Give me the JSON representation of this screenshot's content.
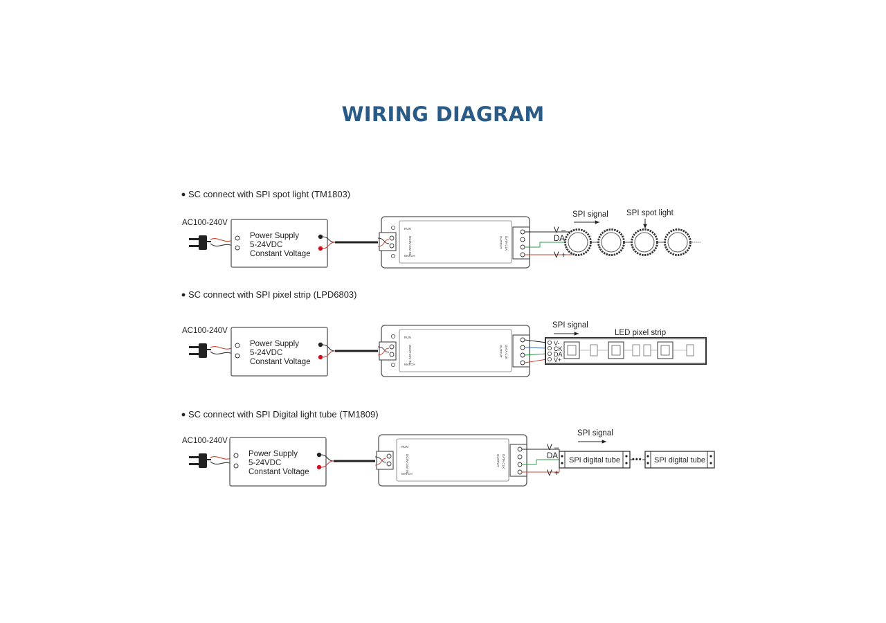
{
  "title": "WIRING DIAGRAM",
  "controller": {
    "run": "RUN",
    "match": "MATCH",
    "output": "OUTPUT",
    "outputPins": "DATA CLK",
    "inputPins": "DC5V-24V IN"
  },
  "sections": [
    {
      "heading": "SC connect with SPI spot light (TM1803)",
      "ac": "AC100-240V",
      "psu": [
        "Power Supply",
        "5-24VDC",
        "Constant Voltage"
      ],
      "signal": "SPI signal",
      "device": "SPI spot light",
      "pins": [
        "V –",
        "DA",
        "V +"
      ]
    },
    {
      "heading": "SC connect with SPI pixel strip (LPD6803)",
      "ac": "AC100-240V",
      "psu": [
        "Power Supply",
        "5-24VDC",
        "Constant Voltage"
      ],
      "signal": "SPI signal",
      "device": "LED pixel strip",
      "pins": [
        "V-",
        "CK",
        "DA",
        "V+"
      ]
    },
    {
      "heading": "SC connect with SPI Digital light tube (TM1809)",
      "ac": "AC100-240V",
      "psu": [
        "Power Supply",
        "5-24VDC",
        "Constant Voltage"
      ],
      "signal": "SPI signal",
      "device": "SPI digital tube",
      "pins": [
        "V –",
        "DA",
        "V +"
      ],
      "ellipsis": "•••"
    }
  ]
}
